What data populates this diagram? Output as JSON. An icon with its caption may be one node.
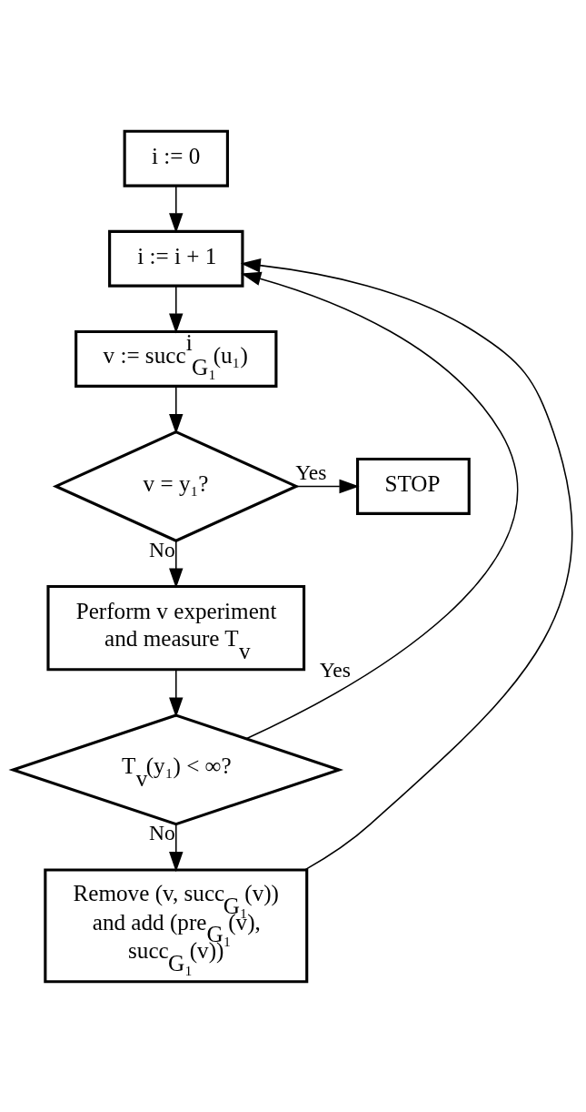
{
  "diagram": {
    "nodes": [
      {
        "text": [
          "i := 0"
        ]
      },
      {
        "text": [
          "i := i + 1"
        ]
      },
      {
        "text": [
          "v := succ$^{i}$$_{G₁}$(u₁)"
        ]
      },
      {
        "text": [
          "v = y₁?"
        ]
      },
      {
        "text": [
          "STOP"
        ]
      },
      {
        "text": [
          "Perform v experiment and measure T$_{v}$"
        ]
      },
      {
        "text": [
          "T$_{v}$(y₁) < ∞?"
        ]
      },
      {
        "text": [
          "Remove (v, succ$_{G₁}$(v)) and add (pre$_{G₁}$(v), succ$_{G₁}$(v))"
        ]
      }
    ],
    "edges": [
      {
        "from": 0,
        "to": 1,
        "arrow": "to"
      },
      {
        "from": 1,
        "to": 2,
        "arrow": "to"
      },
      {
        "from": 2,
        "to": 3,
        "arrow": "to"
      },
      {
        "from": 3,
        "to": 4,
        "arrow": "to",
        "label": "Yes"
      },
      {
        "from": 3,
        "to": 5,
        "arrow": "to",
        "label": "No"
      },
      {
        "from": 5,
        "to": 6,
        "arrow": "to"
      },
      {
        "from": 6,
        "to": 1,
        "arrow": "to",
        "label": "Yes"
      },
      {
        "from": 6,
        "to": 7,
        "arrow": "to",
        "label": "No"
      },
      {
        "from": 7,
        "to": 1,
        "arrow": "to"
      }
    ]
  }
}
